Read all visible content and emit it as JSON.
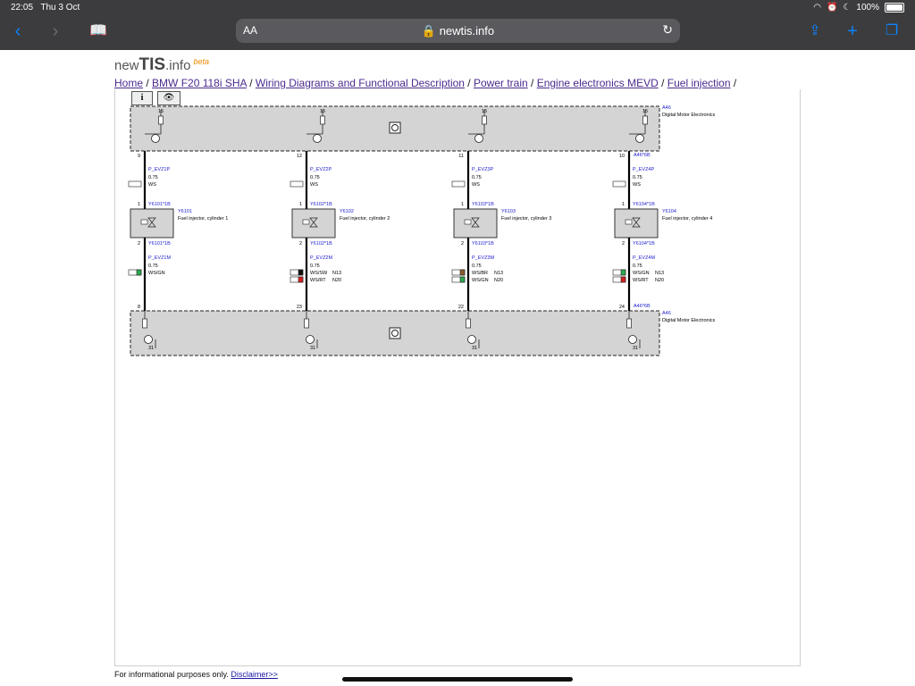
{
  "status": {
    "time": "22:05",
    "date": "Thu 3 Oct",
    "battery": "100%"
  },
  "browser": {
    "aa_label": "AA",
    "url": "newtis.info"
  },
  "site": {
    "logo_prefix": "new",
    "logo_main": "TIS",
    "logo_suffix": ".info",
    "logo_badge": "beta"
  },
  "breadcrumb": [
    "Home",
    "BMW F20 118i SHA",
    "Wiring Diagrams and Functional Description",
    "Power train",
    "Engine electronics MEVD",
    "Fuel injection"
  ],
  "toolbar": {
    "info_label": "i"
  },
  "diagram": {
    "module": {
      "id": "A46",
      "name": "Digital Motor Electronics",
      "connector_last": "A46*6B",
      "ground_label": "31"
    },
    "power_pin_label": "15",
    "channels": [
      {
        "top_pin": "9",
        "top_wire": "P_EVZ1P",
        "gauge": "0.75",
        "top_color": "WS",
        "inj_conn": "Y6101*1B",
        "inj_id": "Y6101",
        "inj_name": "Fuel injector, cylinder 1",
        "bottom_wire": "P_EVZ1M",
        "bottom_colors": [
          {
            "code": "WS/GN",
            "note": "",
            "hex": "#2fa84f"
          }
        ],
        "bottom_pin": "8"
      },
      {
        "top_pin": "12",
        "top_wire": "P_EVZ2P",
        "gauge": "0.75",
        "top_color": "WS",
        "inj_conn": "Y6102*1B",
        "inj_id": "Y6102",
        "inj_name": "Fuel injector, cylinder 2",
        "bottom_wire": "P_EVZ2M",
        "bottom_colors": [
          {
            "code": "WS/SW",
            "note": "N13",
            "hex": "#111111"
          },
          {
            "code": "WS/RT",
            "note": "N20",
            "hex": "#d42020"
          }
        ],
        "bottom_pin": "23"
      },
      {
        "top_pin": "11",
        "top_wire": "P_EVZ3P",
        "gauge": "0.75",
        "top_color": "WS",
        "inj_conn": "Y6103*1B",
        "inj_id": "Y6103",
        "inj_name": "Fuel injector, cylinder 3",
        "bottom_wire": "P_EVZ3M",
        "bottom_colors": [
          {
            "code": "WS/BR",
            "note": "N13",
            "hex": "#8a5a2b"
          },
          {
            "code": "WS/GN",
            "note": "N20",
            "hex": "#2fa84f"
          }
        ],
        "bottom_pin": "22"
      },
      {
        "top_pin": "10",
        "top_wire": "P_EVZ4P",
        "gauge": "0.75",
        "top_color": "WS",
        "inj_conn": "Y6104*1B",
        "inj_id": "Y6104",
        "inj_name": "Fuel injector, cylinder 4",
        "bottom_wire": "P_EVZ4M",
        "bottom_colors": [
          {
            "code": "WS/GN",
            "note": "N13",
            "hex": "#2fa84f"
          },
          {
            "code": "WS/RT",
            "note": "N20",
            "hex": "#d42020"
          }
        ],
        "bottom_pin": "24"
      }
    ]
  },
  "footer": {
    "text": "For informational purposes only.",
    "link": "Disclaimer>>"
  },
  "colors": {
    "link": "#4b2a8e",
    "accent": "#0a84ff",
    "net_label": "#1a1ad0",
    "module_fill": "#d4d4d4"
  }
}
